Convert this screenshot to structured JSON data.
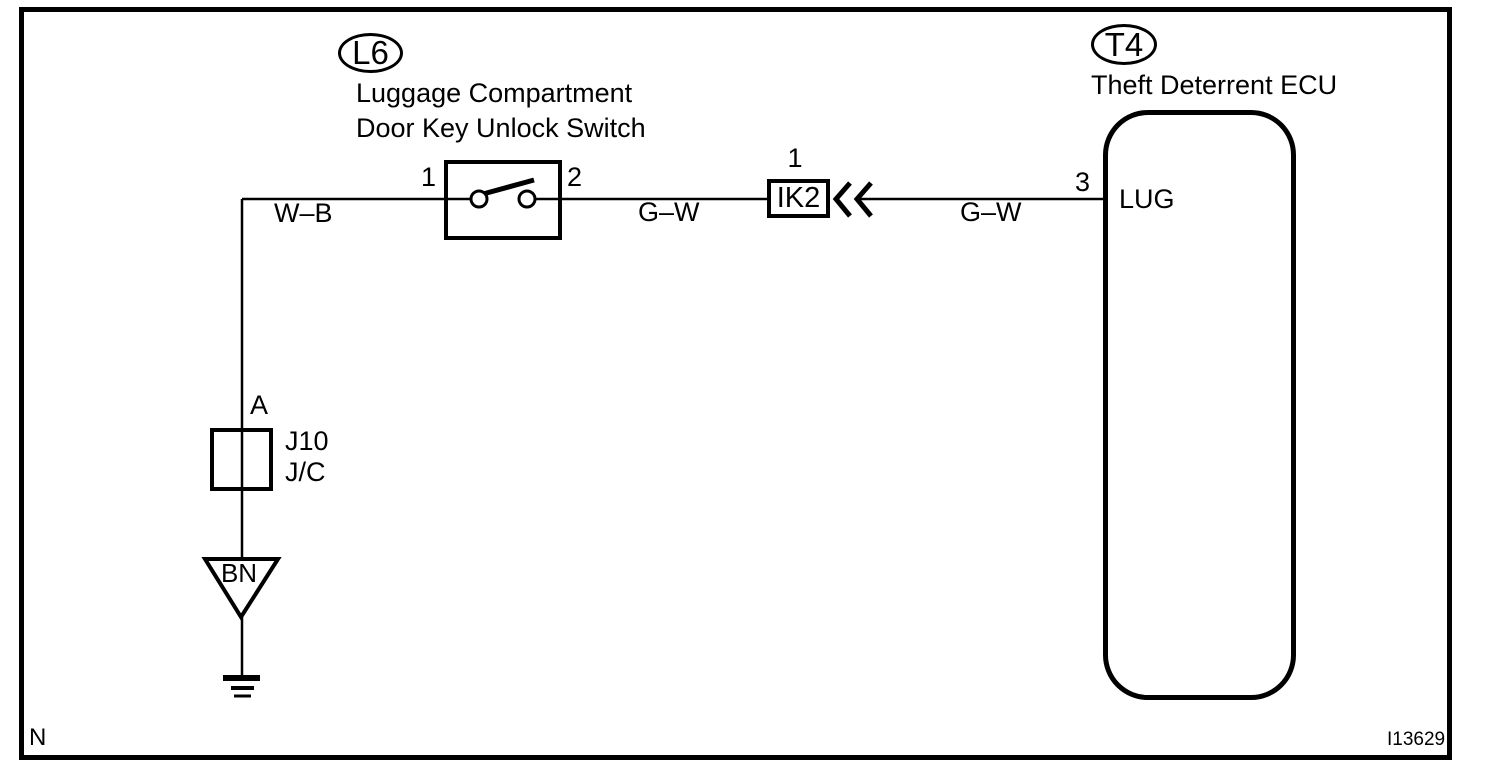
{
  "diagram": {
    "figure_id": "I13629",
    "note_mark": "N",
    "colors": {
      "line": "#000000",
      "background": "#ffffff"
    },
    "luggage_switch": {
      "code": "L6",
      "name_line1": "Luggage Compartment",
      "name_line2": "Door Key Unlock Switch",
      "terminal_left": "1",
      "terminal_right": "2"
    },
    "theft_ecu": {
      "code": "T4",
      "name": "Theft Deterrent ECU",
      "pin_number": "3",
      "pin_name": "LUG"
    },
    "connector": {
      "label": "IK2",
      "pin": "1"
    },
    "junction": {
      "terminal": "A",
      "code": "J10",
      "type": "J/C"
    },
    "ground_point": {
      "label": "BN"
    },
    "wires": {
      "w_b": "W–B",
      "g_w_left": "G–W",
      "g_w_right": "G–W"
    }
  }
}
